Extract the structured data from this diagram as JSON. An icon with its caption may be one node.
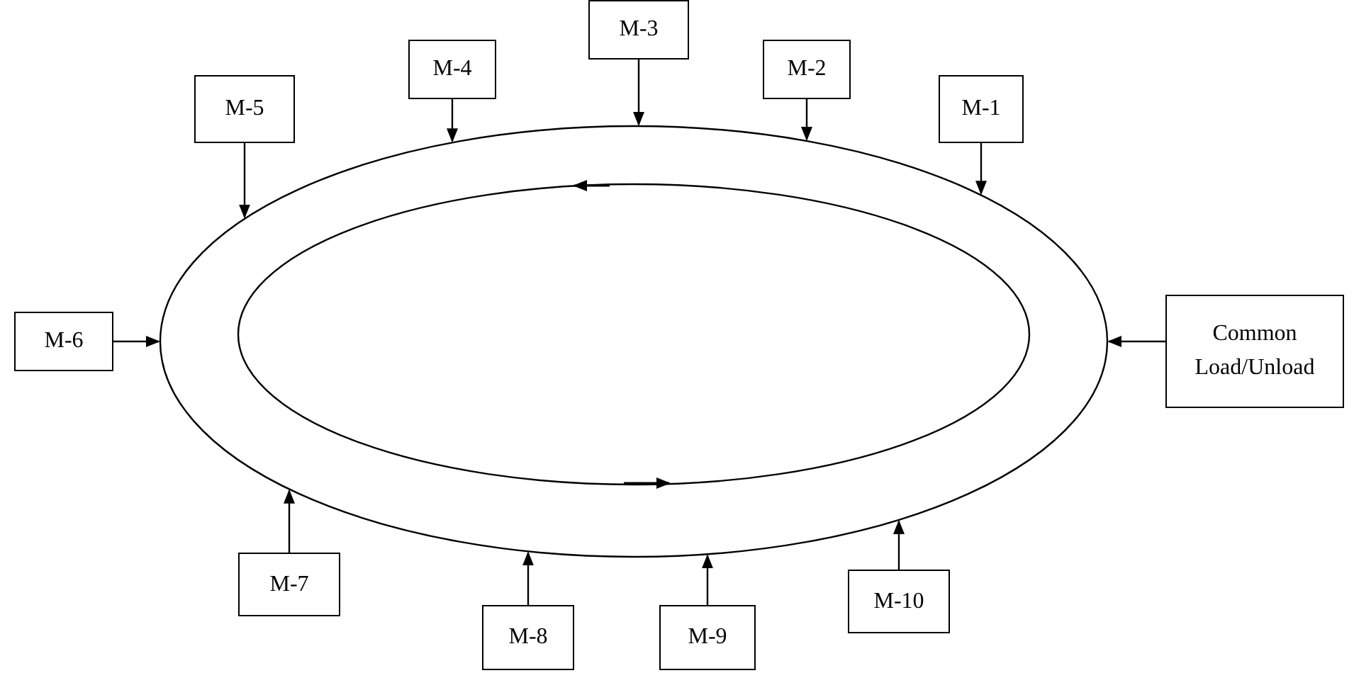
{
  "diagram": {
    "nodes": [
      {
        "text": [
          "M-3"
        ]
      },
      {
        "text": [
          "M-4"
        ]
      },
      {
        "text": [
          "M-2"
        ]
      },
      {
        "text": [
          "M-5"
        ]
      },
      {
        "text": [
          "M-1"
        ]
      },
      {
        "text": [],
        "shape": "ellipse"
      },
      {
        "text": [
          "M-6"
        ]
      },
      {
        "text": [
          "Common Load/Unload"
        ]
      },
      {
        "text": [
          "M-7"
        ]
      },
      {
        "text": [
          "M-10"
        ]
      },
      {
        "text": [
          "M-8"
        ]
      },
      {
        "text": [
          "M-9"
        ]
      }
    ],
    "edges": [
      {
        "from": 0,
        "to": 5,
        "arrow": "to"
      },
      {
        "from": 1,
        "to": 5,
        "arrow": "to"
      },
      {
        "from": 2,
        "to": 5,
        "arrow": "to"
      },
      {
        "from": 3,
        "to": 5,
        "arrow": "to"
      },
      {
        "from": 4,
        "to": 5,
        "arrow": "to"
      },
      {
        "from": 6,
        "to": 5,
        "arrow": "to"
      },
      {
        "from": 7,
        "to": 5,
        "arrow": "to"
      },
      {
        "from": 8,
        "to": 5,
        "arrow": "to"
      },
      {
        "from": 9,
        "to": 5,
        "arrow": "to"
      },
      {
        "from": 10,
        "to": 5,
        "arrow": "to"
      },
      {
        "from": 11,
        "to": 5,
        "arrow": "to"
      }
    ]
  }
}
